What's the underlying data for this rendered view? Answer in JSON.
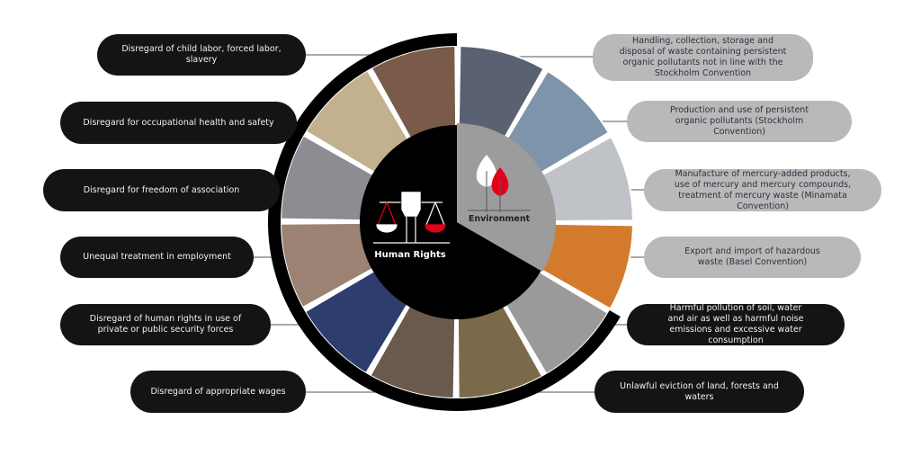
{
  "colors": {
    "dark_pill": "#141414",
    "light_pill": "#b9b9b9",
    "accent_red": "#e3001b",
    "environment_gray": "#9c9c9c",
    "connector": "#777777"
  },
  "center": {
    "human_rights_label": "Human Rights",
    "environment_label": "Environment",
    "human_rights_icon": "scales-fist-icon",
    "environment_icon": "leaves-icon"
  },
  "human_rights": [
    {
      "label": "Disregard of child labor, forced labor, slavery",
      "photo": "child-photo",
      "tone": "#7a5a48"
    },
    {
      "label": "Disregard for occupational health and safety",
      "photo": "hard-hat-photo",
      "tone": "#c2b08e"
    },
    {
      "label": "Disregard for freedom of association",
      "photo": "puzzle-photo",
      "tone": "#8d8c92"
    },
    {
      "label": "Unequal treatment in employment",
      "photo": "raised-hand-photo",
      "tone": "#9c8272"
    },
    {
      "label": "Disregard of human rights in use of private or public security forces",
      "photo": "security-guard-photo",
      "tone": "#2c3d6e"
    },
    {
      "label": "Disregard of appropriate wages",
      "photo": "coins-photo",
      "tone": "#6a5a4e"
    }
  ],
  "environment": [
    {
      "label": "Handling, collection, storage and disposal of waste containing persistent organic pollutants not in line with the Stockholm Convention",
      "photo": "waste-pile-photo",
      "tone": "#5a6172"
    },
    {
      "label": "Production and use of persistent organic pollutants (Stockholm Convention)",
      "photo": "chemical-photo",
      "tone": "#7e94aa"
    },
    {
      "label": "Manufacture of mercury-added products, use of mercury and mercury compounds, treatment of mercury waste (Minamata Convention)",
      "photo": "mercury-vial-photo",
      "tone": "#bfc3c8"
    },
    {
      "label": "Export and import of hazardous waste (Basel Convention)",
      "photo": "barrels-photo",
      "tone": "#d47a2c"
    },
    {
      "label": "Harmful pollution of soil, water and air as well as harmful noise emissions and excessive water consumption",
      "photo": "smoke-stack-photo",
      "tone": "#9a9a9a"
    },
    {
      "label": "Unlawful eviction of land, forests and waters",
      "photo": "logs-photo",
      "tone": "#7a6a4a"
    }
  ]
}
